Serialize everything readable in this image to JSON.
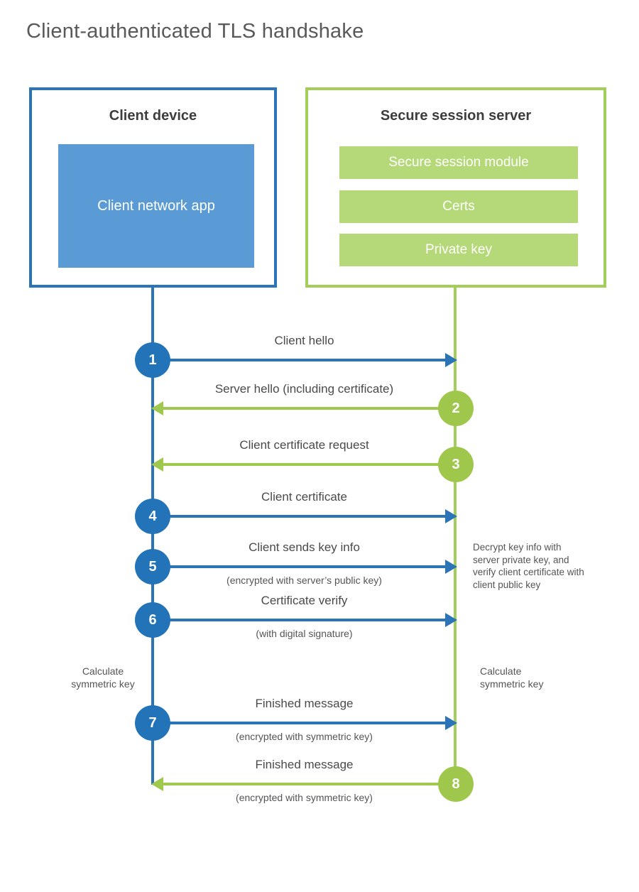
{
  "title": "Client-authenticated TLS handshake",
  "colors": {
    "blue_stroke": "#2b74b8",
    "blue_fill": "#5b9bd5",
    "green_stroke": "#9fc94e",
    "green_fill": "#b5d878"
  },
  "actors": {
    "client": {
      "title": "Client device",
      "component": "Client network app"
    },
    "server": {
      "title": "Secure session server",
      "components": [
        "Secure session module",
        "Certs",
        "Private key"
      ]
    }
  },
  "messages": [
    {
      "step": "1",
      "label": "Client hello",
      "sublabel": "",
      "from": "client",
      "to": "server",
      "color": "blue"
    },
    {
      "step": "2",
      "label": "Server hello (including certificate)",
      "sublabel": "",
      "from": "server",
      "to": "client",
      "color": "green"
    },
    {
      "step": "3",
      "label": "Client certificate request",
      "sublabel": "",
      "from": "server",
      "to": "client",
      "color": "green"
    },
    {
      "step": "4",
      "label": "Client certificate",
      "sublabel": "",
      "from": "client",
      "to": "server",
      "color": "blue"
    },
    {
      "step": "5",
      "label": "Client sends key info",
      "sublabel": "(encrypted with server’s public key)",
      "from": "client",
      "to": "server",
      "color": "blue"
    },
    {
      "step": "6",
      "label": "Certificate verify",
      "sublabel": "(with digital signature)",
      "from": "client",
      "to": "server",
      "color": "blue"
    },
    {
      "step": "7",
      "label": "Finished message",
      "sublabel": "(encrypted with symmetric key)",
      "from": "client",
      "to": "server",
      "color": "blue"
    },
    {
      "step": "8",
      "label": "Finished message",
      "sublabel": "(encrypted with symmetric key)",
      "from": "server",
      "to": "client",
      "color": "green"
    }
  ],
  "notes": {
    "decrypt": "Decrypt key info with server private key, and verify client certificate with client public key",
    "calc_left": "Calculate symmetric key",
    "calc_right": "Calculate symmetric key"
  }
}
